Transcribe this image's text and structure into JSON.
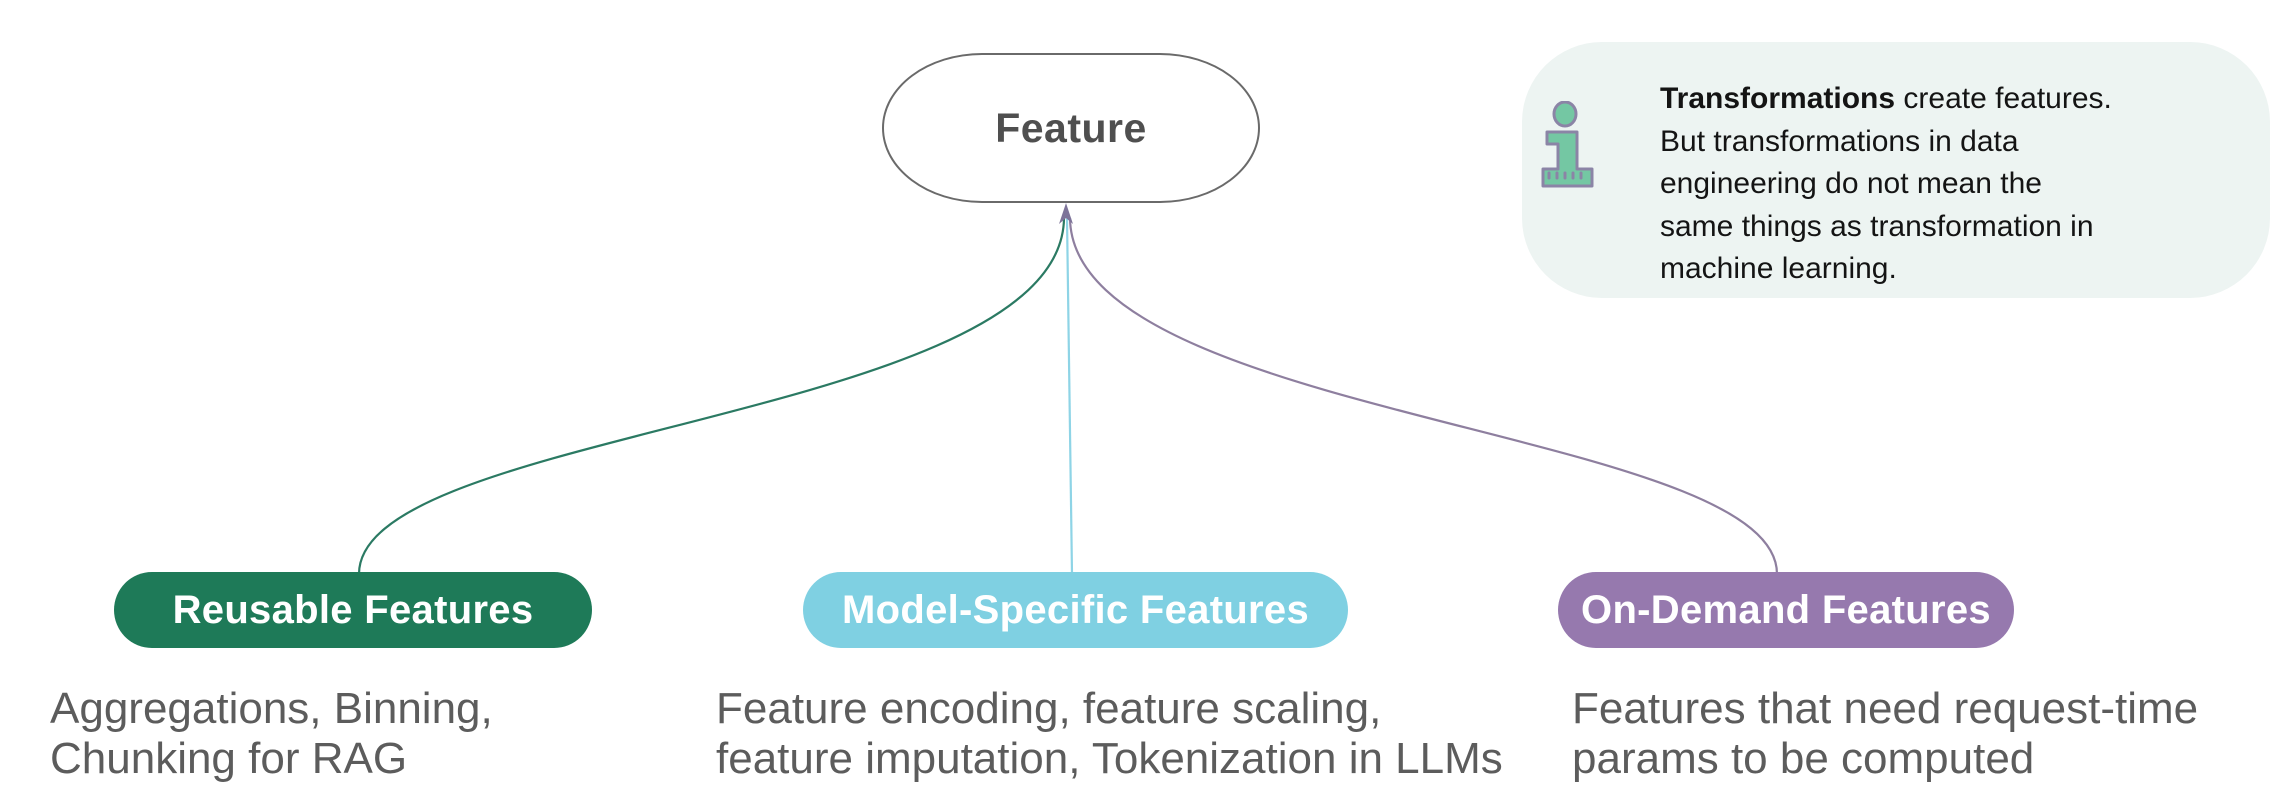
{
  "diagram": {
    "root": {
      "label": "Feature",
      "border_color": "#6a6a6a"
    },
    "children": [
      {
        "label": "Reusable Features",
        "color": "#1e7a58",
        "connector_color": "#2b7a63",
        "caption": "Aggregations, Binning,\nChunking for RAG"
      },
      {
        "label": "Model-Specific Features",
        "color": "#7fd0e2",
        "connector_color": "#8ed4e6",
        "caption": "Feature encoding, feature scaling,\nfeature imputation, Tokenization in LLMs"
      },
      {
        "label": "On-Demand Features",
        "color": "#9679ae",
        "connector_color": "#8e7f9f",
        "caption": "Features that need request-time\nparams to be computed"
      }
    ],
    "arrow_color": "#7d7399"
  },
  "info_note": {
    "background": "#edf4f2",
    "icon": "info-icon",
    "icon_fill": "#74c7a3",
    "icon_stroke": "#8b84a6",
    "lines": [
      {
        "bold": "Transformations",
        "text": " create features."
      },
      {
        "text": "But transformations in data"
      },
      {
        "text": "engineering do not mean the"
      },
      {
        "text": "same things as transformation in"
      },
      {
        "text": "machine learning."
      }
    ]
  }
}
